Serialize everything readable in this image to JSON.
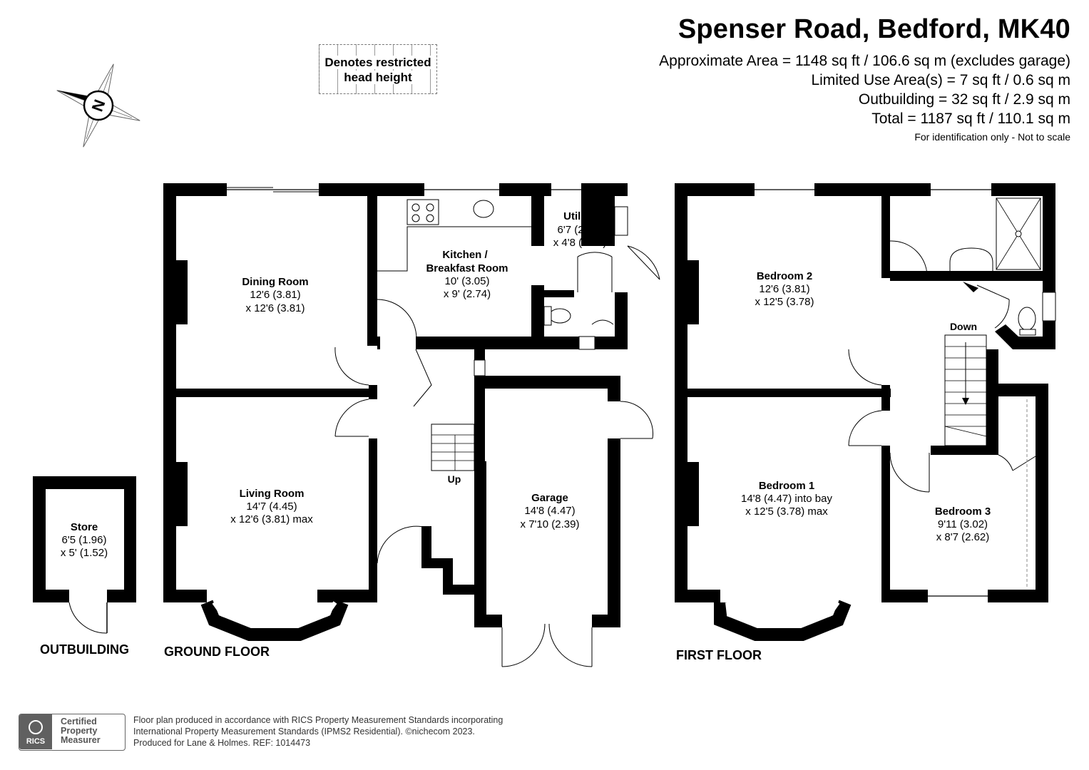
{
  "header": {
    "title": "Spenser Road, Bedford, MK40",
    "areas": [
      "Approximate Area = 1148 sq ft / 106.6 sq m (excludes garage)",
      "Limited Use Area(s) = 7 sq ft / 0.6 sq m",
      "Outbuilding = 32 sq ft / 2.9 sq m",
      "Total = 1187 sq ft / 110.1 sq m"
    ],
    "note": "For identification only - Not to scale"
  },
  "legend": {
    "line1": "Denotes restricted",
    "line2": "head height"
  },
  "compass": {
    "letter": "N"
  },
  "floors": {
    "ground": "GROUND FLOOR",
    "first": "FIRST FLOOR",
    "outbuilding": "OUTBUILDING"
  },
  "rooms": {
    "dining": {
      "name": "Dining Room",
      "dim1": "12'6 (3.81)",
      "dim2": "x 12'6 (3.81)"
    },
    "kitchen": {
      "name": "Kitchen /",
      "name2": "Breakfast Room",
      "dim1": "10' (3.05)",
      "dim2": "x 9' (2.74)"
    },
    "utility": {
      "name": "Utility",
      "dim1": "6'7 (2.01)",
      "dim2": "x 4'8 (1.42)"
    },
    "living": {
      "name": "Living Room",
      "dim1": "14'7 (4.45)",
      "dim2": "x 12'6 (3.81) max"
    },
    "garage": {
      "name": "Garage",
      "dim1": "14'8 (4.47)",
      "dim2": "x 7'10 (2.39)"
    },
    "store": {
      "name": "Store",
      "dim1": "6'5 (1.96)",
      "dim2": "x 5' (1.52)"
    },
    "bedroom2": {
      "name": "Bedroom 2",
      "dim1": "12'6 (3.81)",
      "dim2": "x 12'5 (3.78)"
    },
    "bedroom1": {
      "name": "Bedroom 1",
      "dim1": "14'8 (4.47) into bay",
      "dim2": "x 12'5 (3.78) max"
    },
    "bedroom3": {
      "name": "Bedroom 3",
      "dim1": "9'11 (3.02)",
      "dim2": "x 8'7 (2.62)"
    }
  },
  "stairs": {
    "up": "Up",
    "down": "Down"
  },
  "footer": {
    "line1": "Floor plan produced in accordance with RICS Property Measurement Standards incorporating",
    "line2": "International Property Measurement Standards (IPMS2 Residential).  ©nichecom 2023.",
    "line3": "Produced for Lane & Holmes.   REF:  1014473",
    "logo_badge": "RICS",
    "logo_words": [
      "Certified",
      "Property",
      "Measurer"
    ]
  }
}
